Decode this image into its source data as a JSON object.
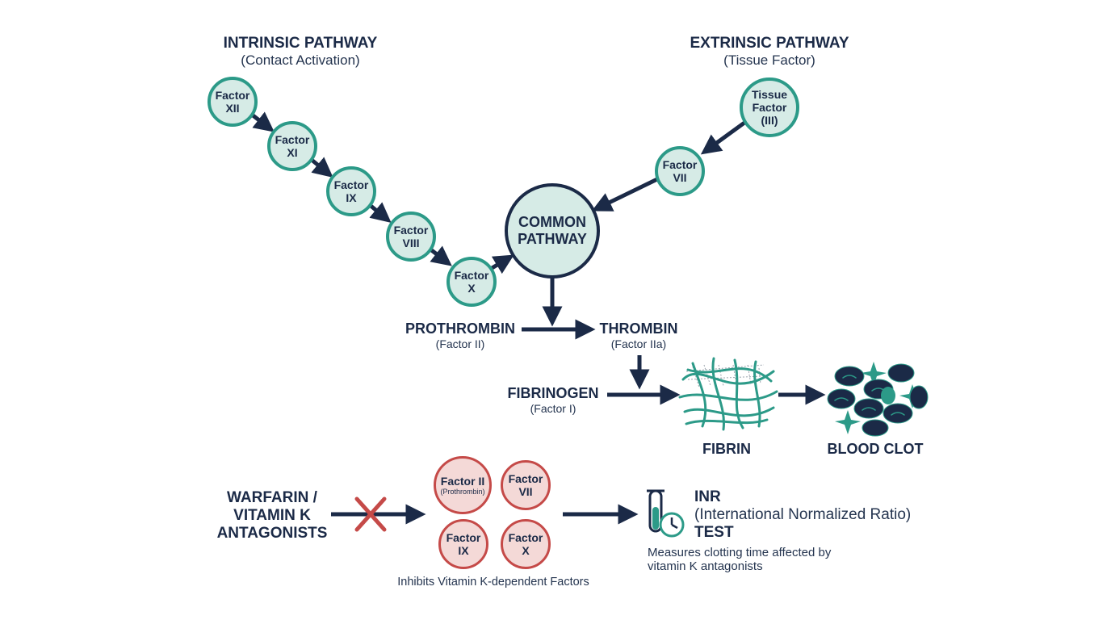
{
  "intrinsic": {
    "title": "INTRINSIC PATHWAY",
    "subtitle": "(Contact Activation)",
    "factors": [
      {
        "line1": "Factor",
        "line2": "XII"
      },
      {
        "line1": "Factor",
        "line2": "XI"
      },
      {
        "line1": "Factor",
        "line2": "IX"
      },
      {
        "line1": "Factor",
        "line2": "VIII"
      },
      {
        "line1": "Factor",
        "line2": "X"
      }
    ]
  },
  "extrinsic": {
    "title": "EXTRINSIC PATHWAY",
    "subtitle": "(Tissue Factor)",
    "tissue_factor": {
      "line1": "Tissue",
      "line2": "Factor",
      "line3": "(III)"
    },
    "factor_vii": {
      "line1": "Factor",
      "line2": "VII"
    }
  },
  "common": {
    "line1": "COMMON",
    "line2": "PATHWAY"
  },
  "prothrombin": {
    "title": "PROTHROMBIN",
    "subtitle": "(Factor II)"
  },
  "thrombin": {
    "title": "THROMBIN",
    "subtitle": "(Factor IIa)"
  },
  "fibrinogen": {
    "title": "FIBRINOGEN",
    "subtitle": "(Factor I)"
  },
  "fibrin": {
    "label": "FIBRIN"
  },
  "blood_clot": {
    "label": "BLOOD CLOT"
  },
  "warfarin": {
    "line1": "WARFARIN /",
    "line2": "VITAMIN K",
    "line3": "ANTAGONISTS"
  },
  "vk_factors": [
    {
      "line1": "Factor II",
      "line2": "(Prothrombin)"
    },
    {
      "line1": "Factor",
      "line2": "VII"
    },
    {
      "line1": "Factor",
      "line2": "IX"
    },
    {
      "line1": "Factor",
      "line2": "X"
    }
  ],
  "inhibits_text": "Inhibits Vitamin K-dependent Factors",
  "inr": {
    "line1": "INR",
    "line2": "(International Normalized Ratio)",
    "line3": "TEST",
    "desc1": "Measures clotting time affected by",
    "desc2": "vitamin K antagonists"
  },
  "colors": {
    "navy": "#1b2a47",
    "teal": "#2c9a88",
    "teal_fill": "#d6ebe6",
    "red": "#c54a48",
    "red_fill": "#f4d9d7"
  },
  "icons": [
    "test-tube-clock-icon",
    "inhibit-cross-icon",
    "fibrin-mesh-icon",
    "blood-clot-icon"
  ]
}
